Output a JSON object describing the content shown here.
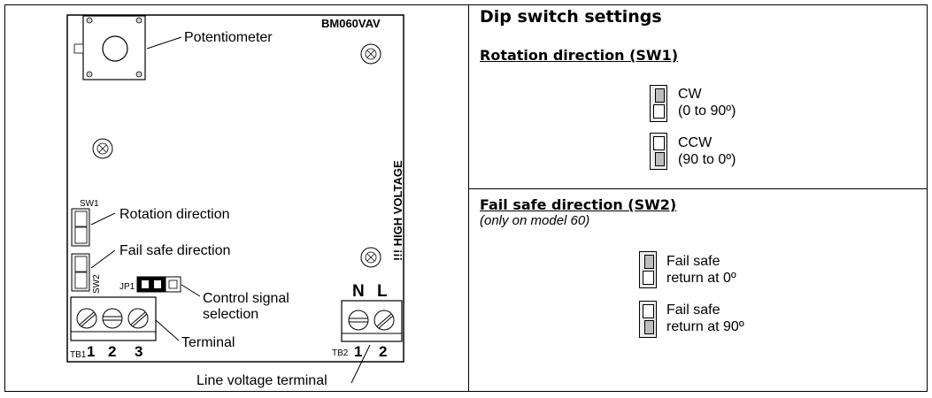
{
  "left_diagram": {
    "model": "BM060VAV",
    "potentiometer_label": "Potentiometer",
    "sw1_label": "SW1",
    "sw2_label": "SW2",
    "jp1_label": "JP1",
    "rotation_label": "Rotation direction",
    "failsafe_label": "Fail safe direction",
    "control_label_line1": "Control signal",
    "control_label_line2": "selection",
    "terminal_label": "Terminal",
    "tb1_label": "TB1",
    "tb1_numbers": [
      "1",
      "2",
      "3"
    ],
    "tb2_label": "TB2",
    "tb2_numbers": [
      "1",
      "2"
    ],
    "tb2_letters": [
      "N",
      "L"
    ],
    "high_voltage": "!!! HIGH VOLTAGE",
    "line_voltage_label": "Line voltage terminal"
  },
  "right_panel": {
    "title": "Dip switch settings",
    "rotation_section": {
      "heading": "Rotation direction (SW1)",
      "options": [
        {
          "line1": "CW",
          "line2": "(0 to 90º)"
        },
        {
          "line1": "CCW",
          "line2": "(90 to 0º)"
        }
      ]
    },
    "failsafe_section": {
      "heading": "Fail safe direction (SW2)",
      "note": "(only on model 60)",
      "options": [
        {
          "line1": "Fail safe",
          "line2": "return at 0º"
        },
        {
          "line1": "Fail safe",
          "line2": "return at 90º"
        }
      ]
    }
  }
}
